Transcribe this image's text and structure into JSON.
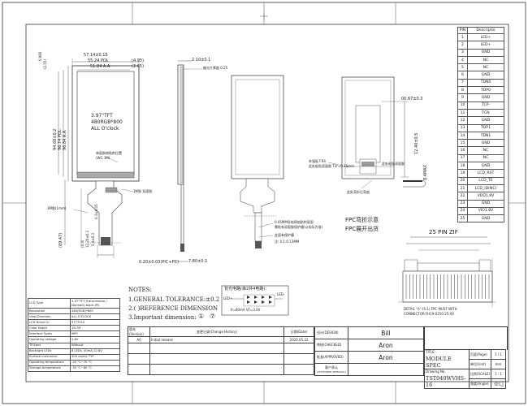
{
  "pin_table": {
    "header": [
      "PIN",
      "Descriptio"
    ],
    "rows": [
      [
        "1",
        "LED+"
      ],
      [
        "2",
        "LED+"
      ],
      [
        "3",
        "GND"
      ],
      [
        "4",
        "NC"
      ],
      [
        "5",
        "NC"
      ],
      [
        "6",
        "GND"
      ],
      [
        "7",
        "TDN0"
      ],
      [
        "8",
        "TDP0"
      ],
      [
        "9",
        "GND"
      ],
      [
        "10",
        "TCP-"
      ],
      [
        "11",
        "TCN"
      ],
      [
        "12",
        "GND"
      ],
      [
        "13",
        "TDP1"
      ],
      [
        "14",
        "TDN1"
      ],
      [
        "15",
        "GND"
      ],
      [
        "16",
        "NC"
      ],
      [
        "17",
        "NC"
      ],
      [
        "18",
        "GND"
      ],
      [
        "19",
        "LCD_RST"
      ],
      [
        "20",
        "LCD_TE"
      ],
      [
        "21",
        "LCD_ID(NC)"
      ],
      [
        "22",
        "VDD1.8V"
      ],
      [
        "23",
        "GND"
      ],
      [
        "24",
        "VIO1.8V"
      ],
      [
        "25",
        "GND"
      ]
    ]
  },
  "front_view": {
    "dim_top_1": "57.14±0.15",
    "dim_top_2": "55.24 POL",
    "dim_top_3": "51.84 A.A.",
    "dim_right_1": "(4.95)",
    "dim_right_2": "(2.65)",
    "dim_left_1": "0.960",
    "dim_left_2": "(2.55)",
    "dim_left_3": "94.60±0.2",
    "dim_left_4": "96.74 POL",
    "dim_left_5": "96.84 A.A.",
    "dim_fpc_1": "(69.47)",
    "dim_fpc_2": "(6.4)",
    "dim_fpc_3": "5.4±0.3",
    "dim_fpc_4": "12.20±0.2",
    "dim_fpc_5": "0.3±0.05",
    "center_text_1": "3.97\"TFT",
    "center_text_2": "480RGB*800",
    "center_text_3": "ALL O'clock",
    "tape_note_1": "单面胶带贴附位置",
    "tape_note_2": "(WG 3M)",
    "part_note": "3M胶 双面胶",
    "fpc_note": "3M胶(1mm)",
    "bottom_dim": "0.20±0.03(PIC+PC)"
  },
  "side_view": {
    "dim_1": "2.10±0.1",
    "dim_2": "偏光片厚度 0.25",
    "bottom_dim": "7.80±0.1"
  },
  "back_view": {
    "dim_right_1": "00.67±0.3",
    "dim_right_2": "12.40±0.5",
    "dim_right_3": "8.4MAX",
    "note_1": "补强板 FR4",
    "note_2": "此处粘贴双面胶",
    "note_3": "此处粘贴双面胶 Tirr=0.15mm",
    "fpc_bend": "此处弯折后弯曲",
    "fpc_label_1": "FPC弯折示意",
    "fpc_label_2": "FPC展开出货",
    "stiffener_note_1": "0.05MM导电铜箔贴附背面",
    "stiffener_note_2": "需贴有双面胶保护膜(以实际为准)",
    "stiffener_note_3": "此面有保护膜",
    "stiffener_note_4": "注: 0.1-0.13MM"
  },
  "connector": {
    "title": "25 PIN ZIF",
    "detail_note_1": "DETAIL \"A\" (5:1) FPC MUST WITH",
    "detail_note_2": "CONNECTOR:FH19-0250-25-00"
  },
  "circuit_box": {
    "title": "背光电路(串2并4电路)：",
    "led_label": "LED+",
    "cathode_label": "LED-",
    "note": "If=80mA VF=3.0V"
  },
  "spec_table": [
    [
      "LCD Type",
      "3.97\"TFT,Transmissive / Normally black,IPS"
    ],
    [
      "Resolution",
      "480(RGB)*800"
    ],
    [
      "View Direction",
      "ALL O'CLOCK"
    ],
    [
      "LCD Driver IC",
      "ST7701S"
    ],
    [
      "Color Depth",
      "16.7M"
    ],
    [
      "Interface Types",
      "MIPI"
    ],
    [
      "Operating voltage",
      "2.8V"
    ],
    [
      "TP/Lens",
      "Without"
    ],
    [
      "Backlight LEDs",
      "8 LEDs, 40mA,12.6V"
    ],
    [
      "Surface luminance",
      "300 cd/m2 TYP"
    ],
    [
      "Operating temperature",
      "-20 °C~70 °C"
    ],
    [
      "Storage temperature",
      "-30 °C~80 °C"
    ]
  ],
  "notes": {
    "title": "NOTES:",
    "line1": "1.GENERAL TOLERANCE:±0.2",
    "line2": "2.( )REFERENCE DIMENSION",
    "line3": "3.Important dimension:",
    "mark1": "①",
    "mark2": "⑦"
  },
  "revision": {
    "h_ver": "版本(Version)",
    "h_desc": "变更记录(Change History)",
    "h_date": "日期(Date)",
    "row_ver": "A0",
    "row_desc": "Initial release",
    "row_date": "2020.05.22"
  },
  "approval": {
    "design_label": "设计(DESIGN)",
    "design_name": "Bill",
    "check_label": "审核(CHECKED)",
    "check_name": "Aron",
    "approve_label": "批准(APPROVED)",
    "approve_name": "Aron",
    "customer_label": "客户承认",
    "customer_label_2": "(CUSTOMER APPROVAL)"
  },
  "title_block": {
    "title_label": "TITLE:",
    "title_value": "MODULE SPEC",
    "drawing_label": "Drawing No.",
    "drawing_value": "TST040WVHS-16",
    "page_label": "页面(Page)",
    "page_value": "1 / 1",
    "unit_label": "单位(Unit)",
    "unit_value": "mm",
    "scale_label": "比例(SCALE)",
    "scale_value": "1 : 1",
    "angle_label": "角度(Angle)"
  },
  "colors": {
    "line": "#333333",
    "part_fill": "#d8d8d8",
    "part_dark": "#555555",
    "accent_red": "#c0392b"
  }
}
